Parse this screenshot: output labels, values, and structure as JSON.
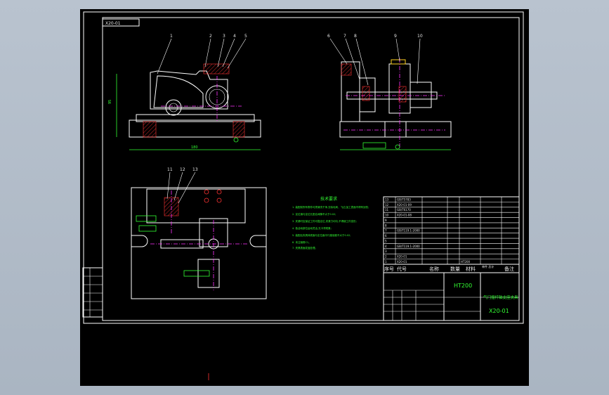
{
  "drawing": {
    "frame_code_label": "X20-01",
    "colors": {
      "background": "#000000",
      "outline": "#ffffff",
      "text_green": "#33ff33",
      "centerline_magenta": "#ff33ff",
      "hatch_red": "#ff3333",
      "highlight_yellow": "#ffd21f"
    },
    "balloons_front": [
      "1",
      "2",
      "3",
      "4",
      "5"
    ],
    "balloons_side": [
      "6",
      "7",
      "8",
      "9",
      "10"
    ],
    "balloons_top": [
      "11",
      "12",
      "13"
    ],
    "tech_requirements_title": "技术要求",
    "tech_requirements": [
      "1. 装配前所有零件均须清洗干净,去除毛刺、飞边,加工表面不得有划伤;",
      "2. 定位销与定位孔配合间隙不大于0.02;",
      "3. 夹紧时应保证工件可靠定位,夹紧力均匀,不得使工件变形;",
      "4. 各活动部位运动灵活,无卡滞现象;",
      "5. 装配后夹具体底面与定位面平行度误差不大于0.02;",
      "6. 未注倒角C1。",
      "7. 夹具表面发蓝处理。"
    ],
    "parts_rows": [
      [
        "13",
        "GB/T5783",
        "",
        "",
        "",
        ""
      ],
      [
        "12",
        "X20-01-09",
        "",
        "",
        "",
        ""
      ],
      [
        "11",
        "GB/T6170",
        "",
        "",
        "",
        ""
      ],
      [
        "10",
        "X20-01-08",
        "",
        "",
        "",
        ""
      ],
      [
        "9",
        "",
        "",
        "",
        "",
        ""
      ],
      [
        "8",
        "",
        "",
        "",
        "",
        ""
      ],
      [
        "7",
        "GB/T119.1-2000",
        "",
        "",
        "",
        ""
      ],
      [
        "6",
        "",
        "",
        "",
        "",
        ""
      ],
      [
        "5",
        "",
        "",
        "",
        "",
        ""
      ],
      [
        "4",
        "GB/T119.1-2000",
        "",
        "",
        "",
        ""
      ],
      [
        "3",
        "",
        "",
        "",
        "",
        ""
      ],
      [
        "2",
        "X20-01",
        "",
        "",
        "",
        ""
      ],
      [
        "1",
        "X20-01",
        "",
        "",
        "",
        "HT200"
      ]
    ],
    "parts_header": [
      "序号",
      "代号",
      "名称",
      "数量",
      "材料",
      "单件 总计",
      "备注"
    ],
    "title_material": "HT200",
    "title_name": "气门摇杆轴支座夹具",
    "title_code": "X20-01"
  }
}
